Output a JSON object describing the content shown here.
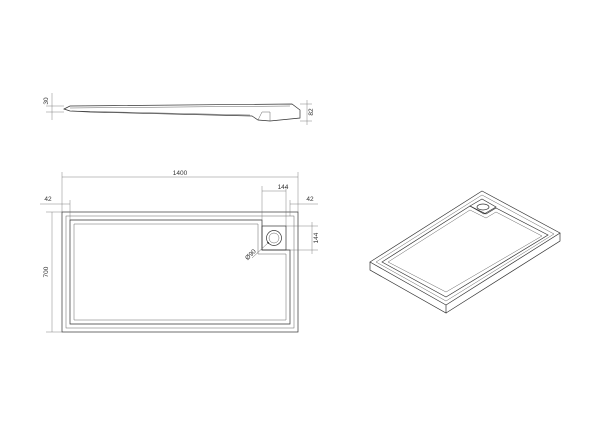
{
  "side_view": {
    "height_left": "30",
    "height_right": "82"
  },
  "plan_view": {
    "overall_length": "1400",
    "left_border": "42",
    "right_border": "42",
    "drain_box_width": "144",
    "drain_box_height": "144",
    "overall_width": "700",
    "drain_diameter": "Ø90"
  },
  "iso_view": {}
}
